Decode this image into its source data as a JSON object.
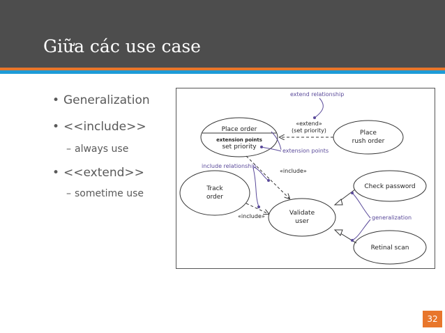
{
  "slide": {
    "title": "Giữa các use case",
    "page_number": "32"
  },
  "bullets": [
    {
      "text": "Generalization"
    },
    {
      "text": "<<include>>",
      "sub": "always use"
    },
    {
      "text": "<<extend>>",
      "sub": "sometime use"
    }
  ],
  "diagram": {
    "annotations": {
      "extend_relationship": "extend relationship",
      "include_relationship": "include relationship",
      "extension_points": "extension points",
      "generalization": "generalization"
    },
    "stereotypes": {
      "extend": "«extend»",
      "set_priority_paren": "(set priority)",
      "include_top": "«include»",
      "include_bottom": "«include»"
    },
    "use_cases": {
      "place_order": "Place order",
      "extension_points_label": "extension points",
      "set_priority": "set priority",
      "place_rush_line1": "Place",
      "place_rush_line2": "rush order",
      "track_line1": "Track",
      "track_line2": "order",
      "validate_line1": "Validate",
      "validate_line2": "user",
      "check_password": "Check password",
      "retinal_scan": "Retinal scan"
    },
    "colors": {
      "annotation": "#5a4a9a",
      "line": "#333333"
    }
  },
  "colors": {
    "header_bg": "#4d4d4d",
    "accent_orange": "#e8762b",
    "accent_blue": "#1e9bd7",
    "text": "#595959"
  }
}
